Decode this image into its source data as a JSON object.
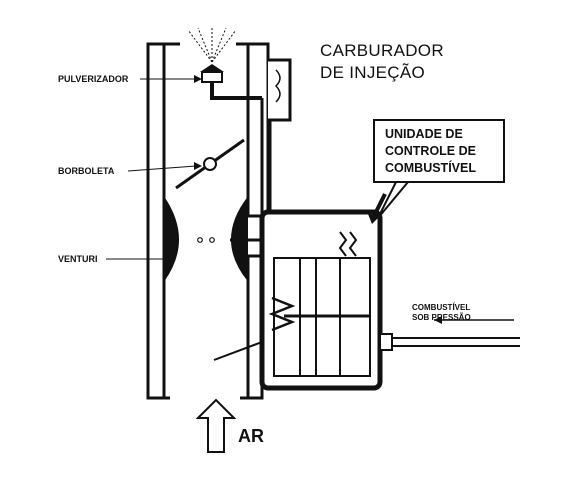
{
  "title": {
    "line1": "CARBURADOR",
    "line2": "DE INJEÇÃO"
  },
  "labels": {
    "pulverizador": "PULVERIZADOR",
    "borboleta": "BORBOLETA",
    "venturi": "VENTURI"
  },
  "control_unit": {
    "line1": "UNIDADE DE",
    "line2": "CONTROLE DE",
    "line3": "COMBUSTÍVEL"
  },
  "fuel_inlet": {
    "line1": "COMBUSTÍVEL",
    "line2": "SOB PRESSÃO"
  },
  "air_label": "AR"
}
